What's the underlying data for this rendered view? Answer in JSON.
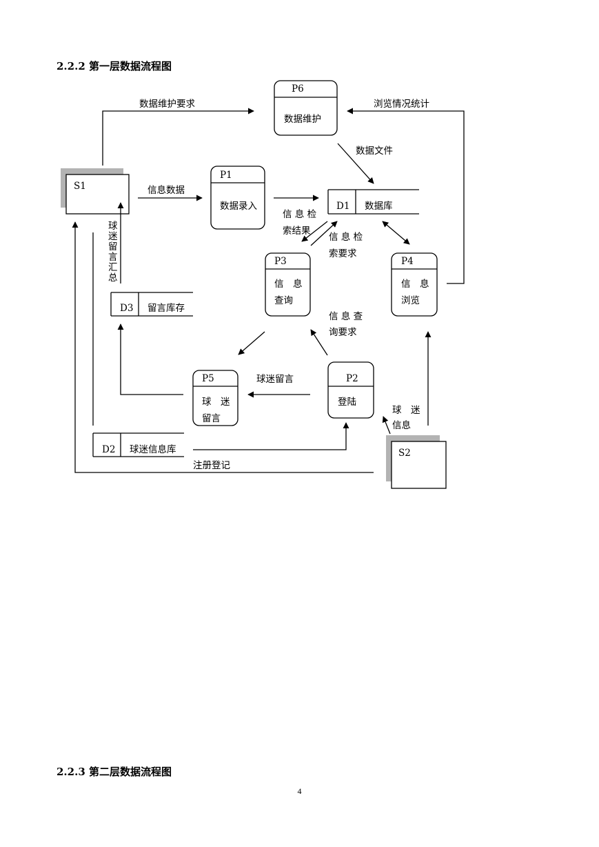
{
  "headings": {
    "section_222": "2.2.2 第一层数据流程图",
    "section_223": "2.2.3 第二层数据流程图"
  },
  "page_number": "4",
  "diagram": {
    "external_entities": {
      "s1": "S1",
      "s2": "S2"
    },
    "processes": {
      "p1": {
        "id": "P1",
        "name": "数据录入"
      },
      "p2": {
        "id": "P2",
        "name": "登陆"
      },
      "p3": {
        "id": "P3",
        "name_line1": "信　息",
        "name_line2": "查询"
      },
      "p4": {
        "id": "P4",
        "name_line1": "信　息",
        "name_line2": "浏览"
      },
      "p5": {
        "id": "P5",
        "name_line1": "球　迷",
        "name_line2": "留言"
      },
      "p6": {
        "id": "P6",
        "name": "数据维护"
      }
    },
    "data_stores": {
      "d1": {
        "id": "D1",
        "name": "数据库"
      },
      "d2": {
        "id": "D2",
        "name": "球迷信息库"
      },
      "d3": {
        "id": "D3",
        "name": "留言库存"
      }
    },
    "flows": {
      "maint_request": "数据维护要求",
      "browse_stats": "浏览情况统计",
      "data_file": "数据文件",
      "info_data": "信息数据",
      "search_result_1": "信 息 检",
      "search_result_2": "索结果",
      "search_request_1": "信 息 检",
      "search_request_2": "索要求",
      "query_request_1": "信 息 查",
      "query_request_2": "询要求",
      "fan_message": "球迷留言",
      "fan_info_1": "球　迷",
      "fan_info_2": "信息",
      "registration": "注册登记",
      "message_summary": [
        "球",
        "迷",
        "留",
        "言",
        "汇",
        "总"
      ]
    }
  }
}
